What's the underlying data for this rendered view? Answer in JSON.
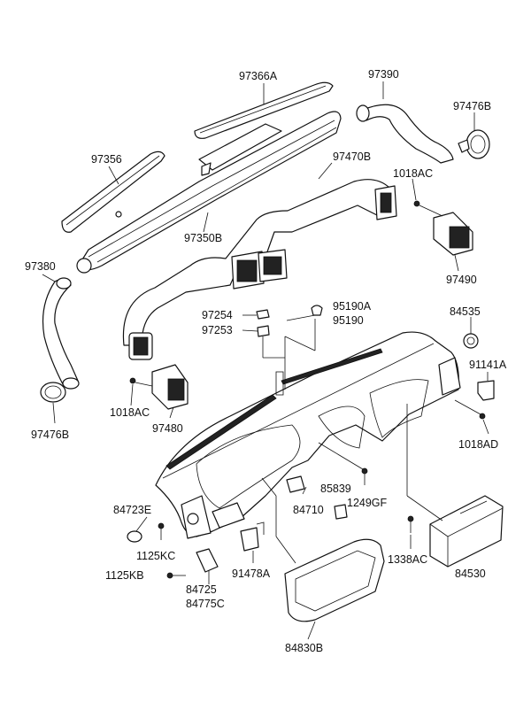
{
  "diagram": {
    "labels": [
      "97366A",
      "97390",
      "97476B",
      "97356",
      "97470B",
      "1018AC",
      "97350B",
      "97380",
      "97490",
      "95190A",
      "95190",
      "84535",
      "97254",
      "97253",
      "91141A",
      "1018AC",
      "1018AD",
      "97480",
      "97476B",
      "85839",
      "1249GF",
      "84710",
      "84723E",
      "1125KC",
      "1125KB",
      "84725",
      "84775C",
      "91478A",
      "1338AC",
      "84530",
      "84830B"
    ]
  }
}
